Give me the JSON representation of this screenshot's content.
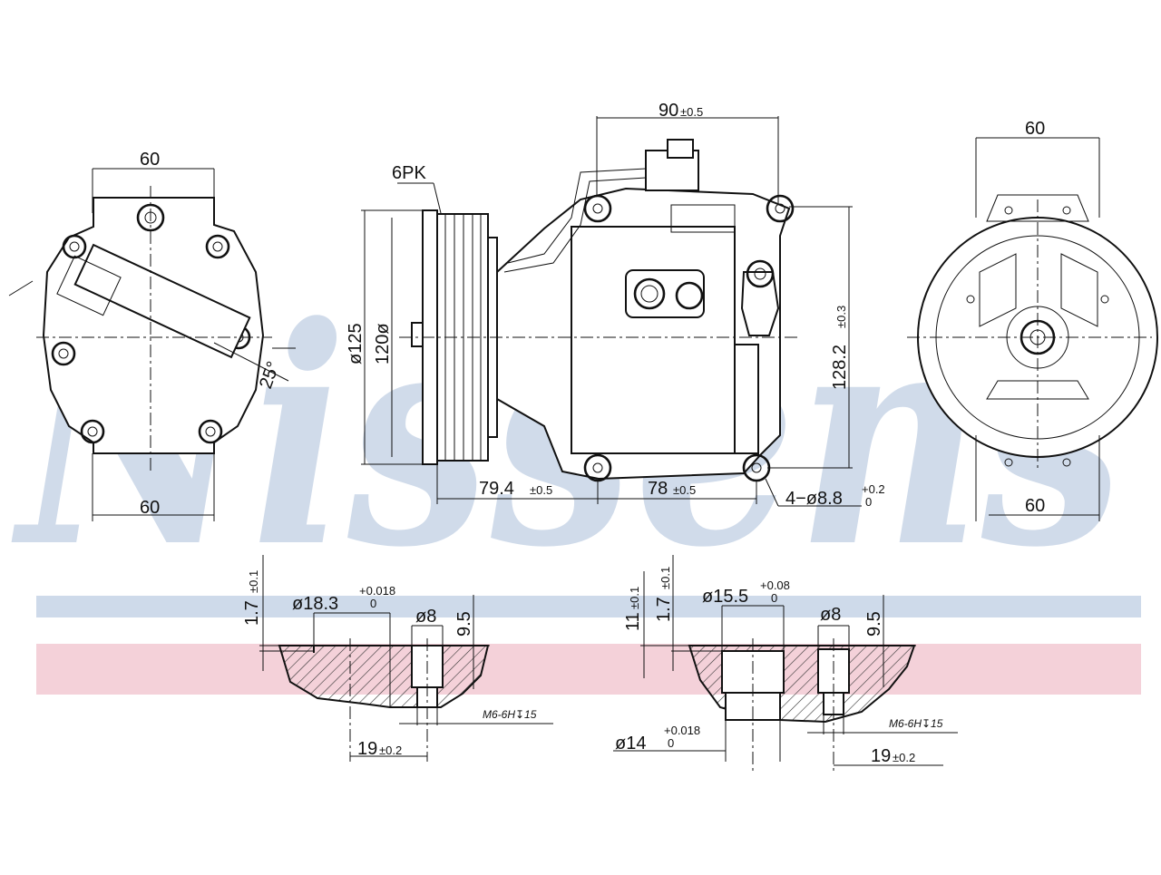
{
  "watermark": {
    "text": "Nissens",
    "registered": "®",
    "color": "#c5d3e6"
  },
  "bands": {
    "top_color": "#c5d3e6",
    "bottom_color": "#f2c9d2"
  },
  "left_view": {
    "top_width": "60",
    "bottom_width": "60",
    "angle": "25°"
  },
  "side_view": {
    "belt": "6PK",
    "outer_dia": "ø125",
    "pitch_dia": "120ø",
    "top_span": {
      "value": "90",
      "tol": "±0.5"
    },
    "height": {
      "value": "128.2",
      "tol": "±0.3"
    },
    "pulley_offset": {
      "value": "79.4",
      "tol": "±0.5"
    },
    "mount_span": {
      "value": "78",
      "tol": "±0.5"
    },
    "holes": {
      "value": "4−ø8.8",
      "tol_upper": "+0.2",
      "tol_lower": "0"
    }
  },
  "right_view": {
    "top_width": "60",
    "bottom_width": "60"
  },
  "port_left": {
    "height": {
      "value": "1.7",
      "tol": "±0.1"
    },
    "bore": {
      "value": "ø18.3",
      "tol_upper": "+0.018",
      "tol_lower": "0"
    },
    "hole": "ø8",
    "depth": "9.5",
    "thread": "M6-6H↧15",
    "spacing": {
      "value": "19",
      "tol": "±0.2"
    }
  },
  "port_right": {
    "height_outer": {
      "value": "11",
      "tol": "±0.1"
    },
    "height_inner": {
      "value": "1.7",
      "tol": "±0.1"
    },
    "bore": {
      "value": "ø15.5",
      "tol_upper": "+0.08",
      "tol_lower": "0"
    },
    "hole": "ø8",
    "depth": "9.5",
    "bore_lower": {
      "value": "ø14",
      "tol_upper": "+0.018",
      "tol_lower": "0"
    },
    "thread": "M6-6H↧15",
    "spacing": {
      "value": "19",
      "tol": "±0.2"
    }
  }
}
